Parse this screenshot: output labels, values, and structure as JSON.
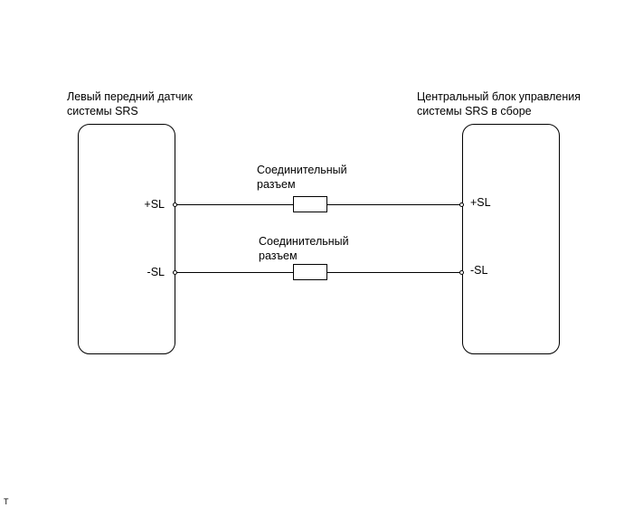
{
  "left_block": {
    "title_line1": "Левый передний датчик",
    "title_line2": "системы SRS",
    "pin_top": "+SL",
    "pin_bottom": "-SL"
  },
  "right_block": {
    "title_line1": "Центральный блок управления",
    "title_line2": "системы SRS в сборе",
    "pin_top": "+SL",
    "pin_bottom": "-SL"
  },
  "connectors": [
    {
      "label_line1": "Соединительный",
      "label_line2": "разъем"
    },
    {
      "label_line1": "Соединительный",
      "label_line2": "разъем"
    }
  ],
  "corner_mark": "T"
}
